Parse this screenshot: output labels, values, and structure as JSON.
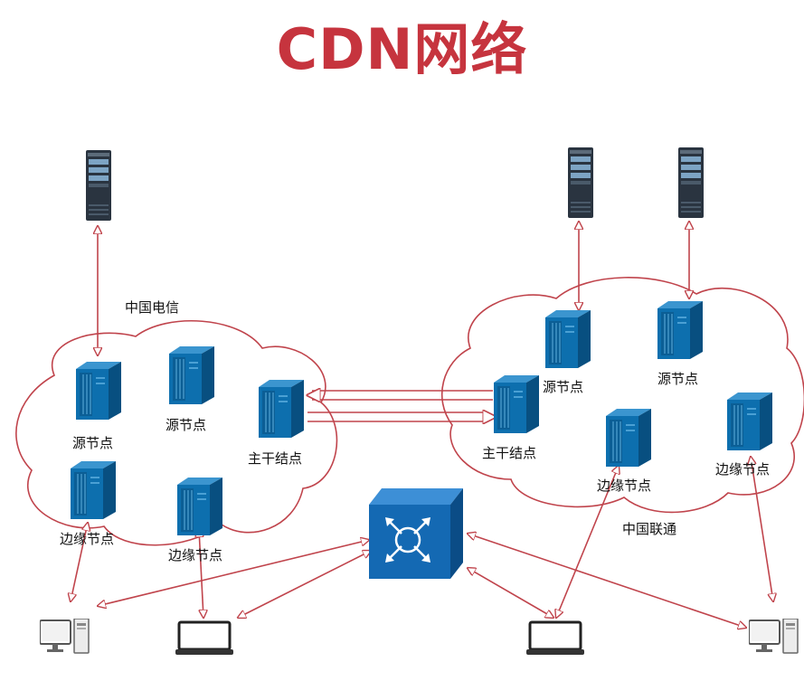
{
  "title": "CDN网络",
  "colors": {
    "title": "#c6343e",
    "cloud_stroke": "#c0444c",
    "arrow": "#c0444c",
    "node_blue": "#0d6fae",
    "switch_blue": "#1469b3",
    "rack_dark": "#2a3440"
  },
  "labels": {
    "telecom": "中国电信",
    "unicom": "中国联通",
    "left_source_1": "源节点",
    "left_source_2": "源节点",
    "left_backbone": "主干结点",
    "left_edge_1": "边缘节点",
    "left_edge_2": "边缘节点",
    "right_source_1": "源节点",
    "right_source_2": "源节点",
    "right_backbone": "主干结点",
    "right_edge_1": "边缘节点",
    "right_edge_2": "边缘节点"
  },
  "icons": {
    "origin_server": "server-rack-icon",
    "cdn_node": "server-tower-icon",
    "switch": "network-switch-icon",
    "desktop": "desktop-computer-icon",
    "laptop": "laptop-icon"
  }
}
